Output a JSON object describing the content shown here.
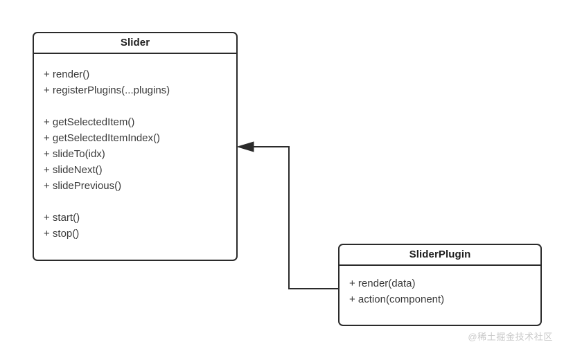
{
  "diagram": {
    "type": "uml-class-diagram",
    "background_color": "#ffffff",
    "border_color": "#2b2b2b",
    "text_color": "#3a3a3a",
    "title_color": "#1f1f1f",
    "classes": [
      {
        "id": "slider",
        "name": "Slider",
        "member_groups": [
          {
            "members": [
              "+ render()",
              "+ registerPlugins(...plugins)"
            ]
          },
          {
            "members": [
              "+ getSelectedItem()",
              "+ getSelectedItemIndex()",
              "+ slideTo(idx)",
              "+ slideNext()",
              "+ slidePrevious()"
            ]
          },
          {
            "members": [
              "+ start()",
              "+ stop()"
            ]
          }
        ]
      },
      {
        "id": "sliderplugin",
        "name": "SliderPlugin",
        "member_groups": [
          {
            "members": [
              "+ render(data)",
              "+ action(component)"
            ]
          }
        ]
      }
    ],
    "relationships": [
      {
        "id": "plugin-to-slider",
        "from": "sliderplugin",
        "to": "slider",
        "style": "solid",
        "arrowhead": "filled-triangle",
        "arrow_direction": "left"
      }
    ]
  },
  "watermark": {
    "text": "@稀土掘金技术社区",
    "color": "#c9c9c9"
  }
}
